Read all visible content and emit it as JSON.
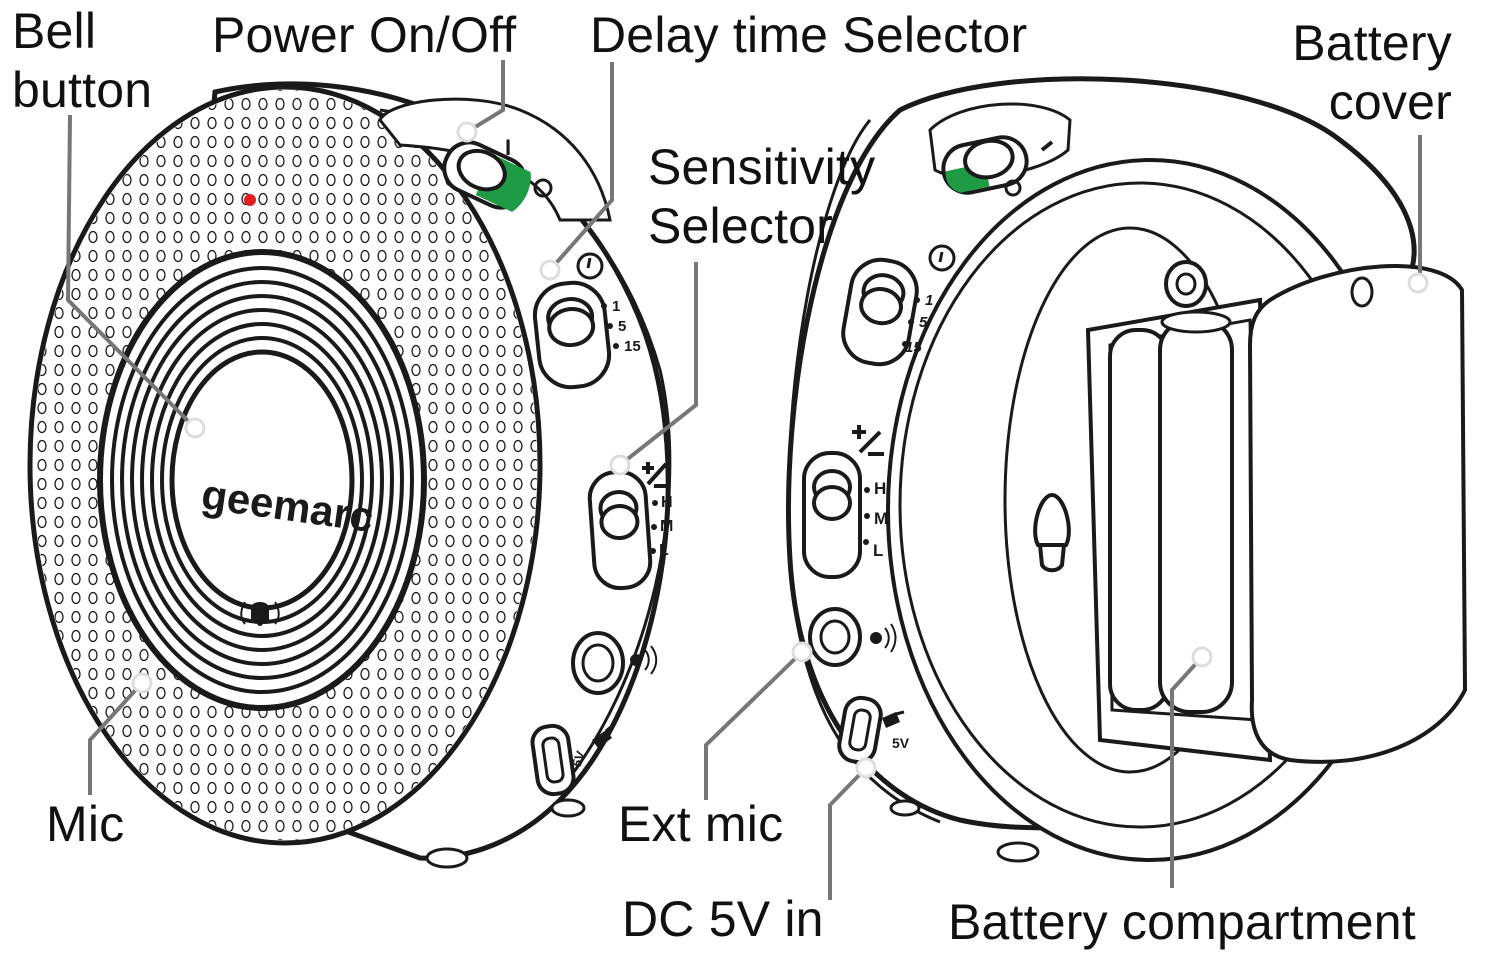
{
  "brand": {
    "logo_text": "geemarc"
  },
  "labels": {
    "bell_button": [
      "Bell",
      "button"
    ],
    "power": "Power On/Off",
    "delay": "Delay time Selector",
    "sensitivity": [
      "Sensitivity",
      "Selector"
    ],
    "battery_cover": [
      "Battery",
      "cover"
    ],
    "mic": "Mic",
    "ext_mic": "Ext mic",
    "dc_in": "DC 5V in",
    "battery_compartment": "Battery compartment"
  },
  "switch_marks": {
    "power_on": "I",
    "power_off": "O",
    "delay_options": [
      "1",
      "5",
      "15"
    ],
    "sensitivity_options": [
      "H",
      "M",
      "L"
    ],
    "usb_label": "5V"
  },
  "colors": {
    "outline": "#1a1a1a",
    "leader": "#777777",
    "switch_green": "#1f9b46",
    "indicator_red": "#e02020",
    "body_fill": "#ffffff"
  }
}
